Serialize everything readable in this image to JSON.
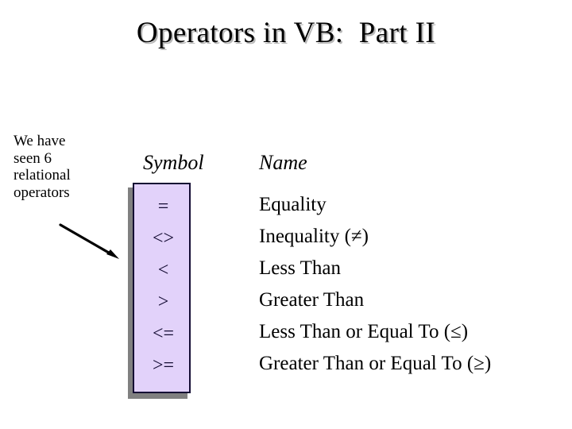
{
  "slide": {
    "title": "Operators in VB:  Part II",
    "background_color": "#ffffff",
    "title_shadow_color": "#b9b9b9"
  },
  "caption": {
    "lines": [
      "We have",
      "seen 6",
      "relational",
      "operators"
    ],
    "arrow_label": "arrow pointing to symbol column"
  },
  "table": {
    "headers": {
      "symbol": "Symbol",
      "name": "Name"
    },
    "box_fill_color": "#E2D2FA",
    "box_border_color": "#140C33",
    "box_shadow_color": "#808080",
    "rows": [
      {
        "symbol": "=",
        "name": "Equality"
      },
      {
        "symbol": "<>",
        "name": "Inequality (≠)"
      },
      {
        "symbol": "<",
        "name": "Less Than"
      },
      {
        "symbol": ">",
        "name": "Greater Than"
      },
      {
        "symbol": "<=",
        "name": "Less Than or Equal To (≤)"
      },
      {
        "symbol": ">=",
        "name": "Greater Than or Equal To (≥)"
      }
    ]
  }
}
